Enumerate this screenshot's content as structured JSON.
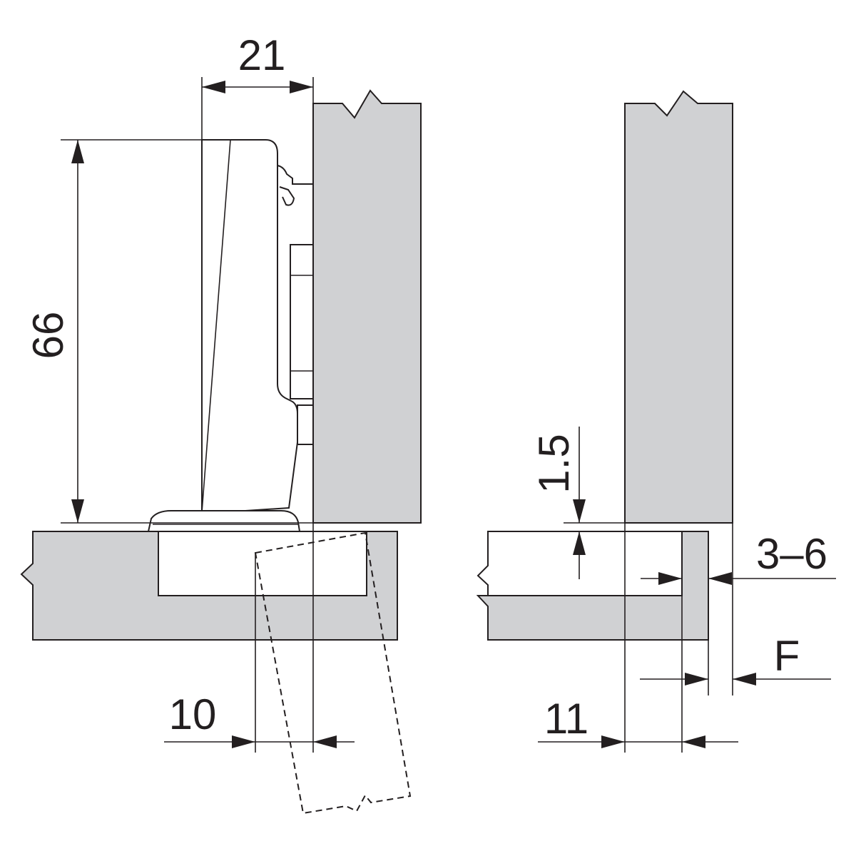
{
  "colors": {
    "panel": "#d0d1d3",
    "ink": "#231f20",
    "background": "#ffffff"
  },
  "dimensions": {
    "width_21": "21",
    "height_66": "66",
    "dist_10": "10",
    "gap_1_5": "1.5",
    "range_3_6": "3–6",
    "overlay_f": "F",
    "dist_11": "11"
  }
}
